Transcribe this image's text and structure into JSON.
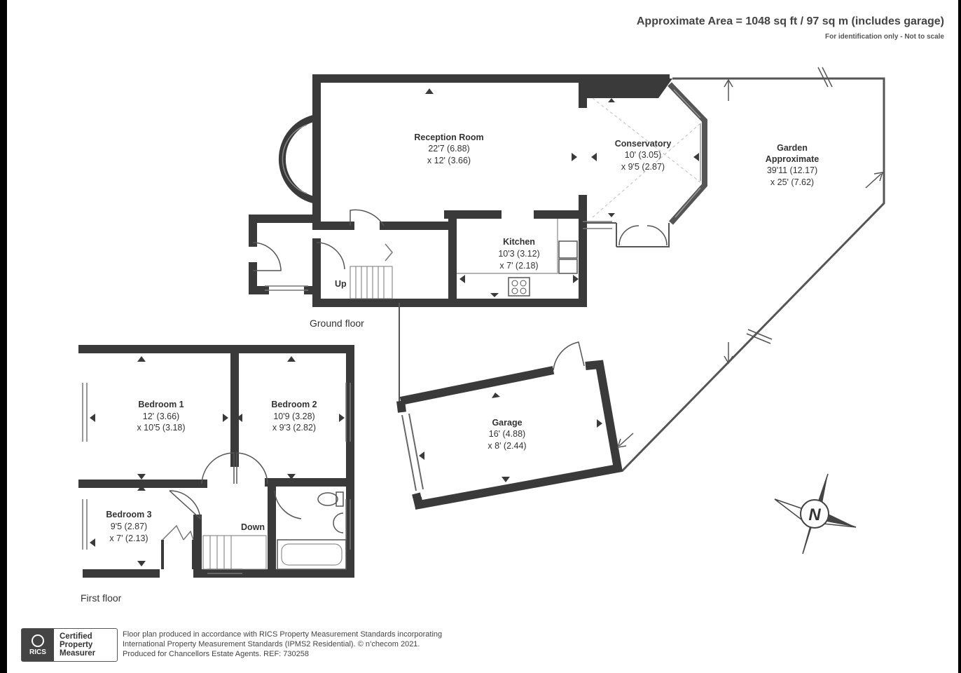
{
  "header": {
    "area": "Approximate Area = 1048 sq ft / 97 sq m (includes garage)",
    "note": "For identification only - Not to scale"
  },
  "rooms": {
    "reception": {
      "name": "Reception Room",
      "dim1": "22'7 (6.88)",
      "dim2": "x 12' (3.66)"
    },
    "conservatory": {
      "name": "Conservatory",
      "dim1": "10' (3.05)",
      "dim2": "x 9'5 (2.87)"
    },
    "garden": {
      "name": "Garden",
      "name2": "Approximate",
      "dim1": "39'11 (12.17)",
      "dim2": "x 25' (7.62)"
    },
    "kitchen": {
      "name": "Kitchen",
      "dim1": "10'3 (3.12)",
      "dim2": "x 7' (2.18)"
    },
    "garage": {
      "name": "Garage",
      "dim1": "16' (4.88)",
      "dim2": "x 8' (2.44)"
    },
    "bedroom1": {
      "name": "Bedroom 1",
      "dim1": "12' (3.66)",
      "dim2": "x 10'5 (3.18)"
    },
    "bedroom2": {
      "name": "Bedroom 2",
      "dim1": "10'9 (3.28)",
      "dim2": "x 9'3 (2.82)"
    },
    "bedroom3": {
      "name": "Bedroom 3",
      "dim1": "9'5 (2.87)",
      "dim2": "x 7' (2.13)"
    }
  },
  "stairs": {
    "up": "Up",
    "down": "Down"
  },
  "floors": {
    "ground": "Ground floor",
    "first": "First floor"
  },
  "compass": {
    "letter": "N"
  },
  "footer": {
    "badge_left": "RICS",
    "badge_line1": "Certified",
    "badge_line2": "Property",
    "badge_line3": "Measurer",
    "line1": "Floor plan produced in accordance with RICS Property Measurement Standards incorporating",
    "line2": "International Property Measurement Standards (IPMS2 Residential).  © n’checom 2021.",
    "line3": "Produced for Chancellors Estate Agents.   REF:  730258"
  },
  "colors": {
    "wall": "#3a3a3a",
    "line": "#555555",
    "text": "#333333"
  }
}
